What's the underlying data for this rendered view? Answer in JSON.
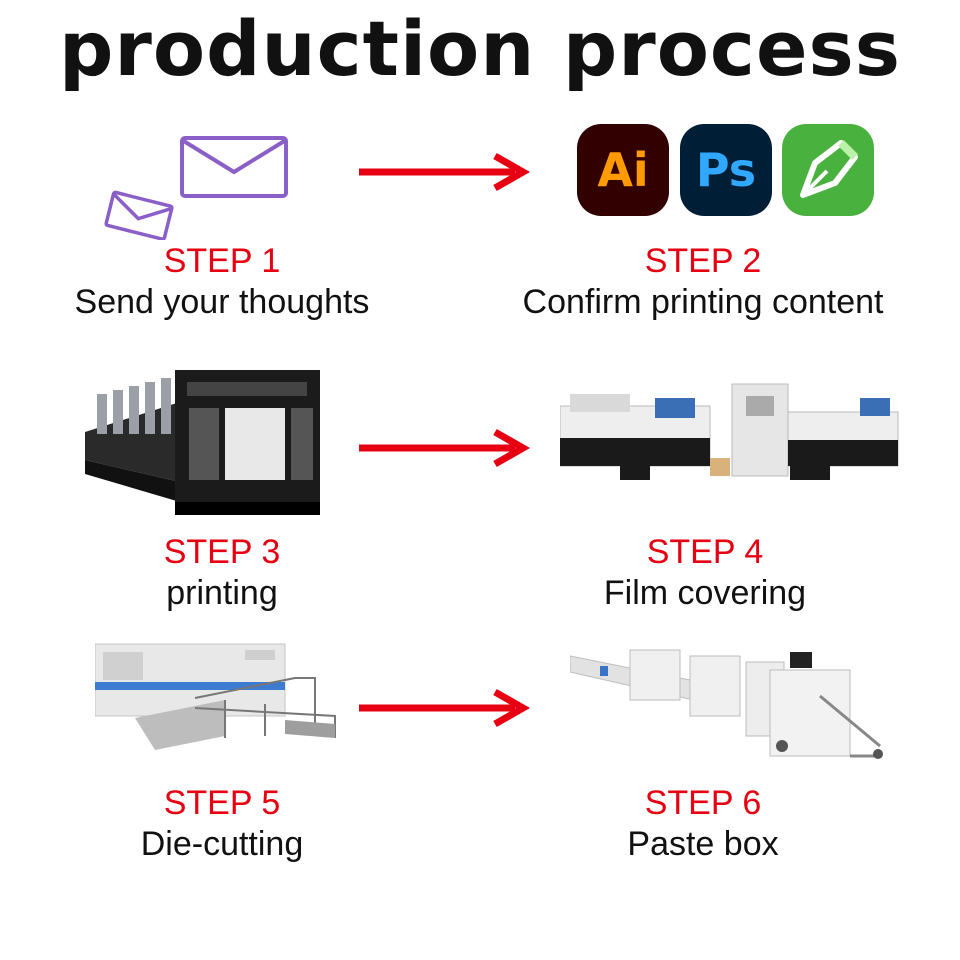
{
  "title": "production process",
  "colors": {
    "step_label": "#e60012",
    "arrow": "#e60012",
    "text": "#111111",
    "envelope": "#8a5fc8"
  },
  "software_logos": [
    {
      "text": "Ai",
      "icon": "illustrator-logo-icon",
      "bg": "#330000",
      "fg": "#ff9a00"
    },
    {
      "text": "Ps",
      "icon": "photoshop-logo-icon",
      "bg": "#001e36",
      "fg": "#31a8ff"
    },
    {
      "text": "",
      "icon": "coreldraw-logo-icon",
      "bg": "#49b23e",
      "fg": "#ffffff"
    }
  ],
  "steps": [
    {
      "label": "STEP 1",
      "desc": "Send your thoughts",
      "icon": "envelope-icon"
    },
    {
      "label": "STEP 2",
      "desc": "Confirm printing content",
      "icon": "design-software-icons"
    },
    {
      "label": "STEP 3",
      "desc": "printing",
      "icon": "printing-press-icon"
    },
    {
      "label": "STEP 4",
      "desc": "Film covering",
      "icon": "laminating-machine-icon"
    },
    {
      "label": "STEP 5",
      "desc": "Die-cutting",
      "icon": "die-cutting-machine-icon"
    },
    {
      "label": "STEP 6",
      "desc": "Paste box",
      "icon": "folder-gluer-machine-icon"
    }
  ]
}
